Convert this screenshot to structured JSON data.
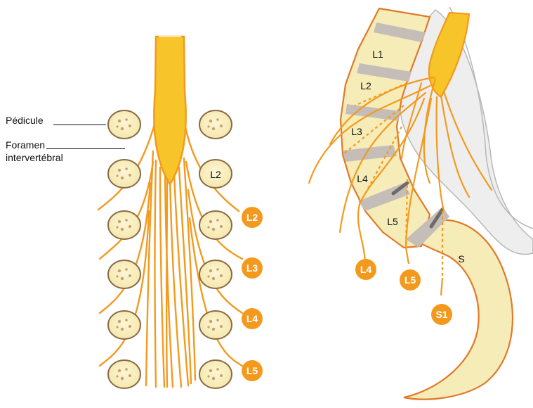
{
  "labels": {
    "pedicule": "Pédicule",
    "foramen_line1": "Foramen",
    "foramen_line2": "intervertébral"
  },
  "left_inner_label": "L2",
  "left_badges": [
    "L2",
    "L3",
    "L4",
    "L5"
  ],
  "right_vertebrae": [
    "L1",
    "L2",
    "L3",
    "L4",
    "L5",
    "S"
  ],
  "right_badges": [
    "L4",
    "L5",
    "S1"
  ],
  "colors": {
    "nerve": "#f39a1e",
    "cord": "#f7c52a",
    "bone": "#f6ecb8",
    "disc": "#c5bdb7",
    "canal": "#eeeeee",
    "dark": "#7a5a3c"
  },
  "icons": [
    "pedicle-ring",
    "spinal-cord",
    "nerve-root",
    "vertebra",
    "disc"
  ]
}
